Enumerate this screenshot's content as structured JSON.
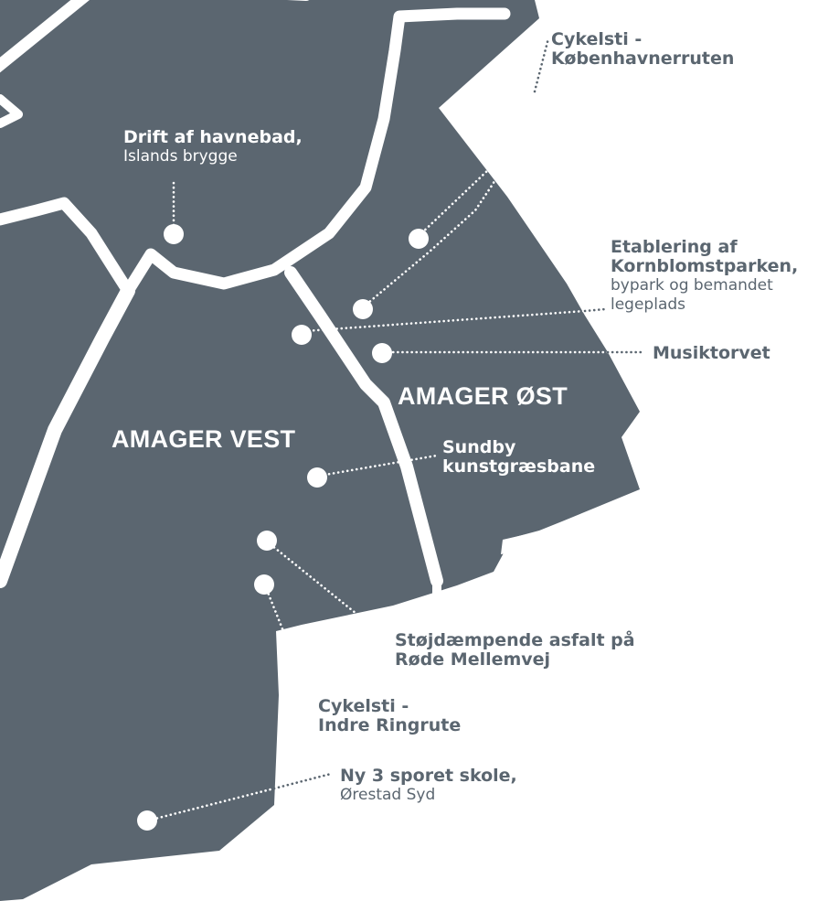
{
  "colors": {
    "land": "#5b6670",
    "roads": "#ffffff",
    "label_on_land": "#ffffff",
    "label_on_background": "#5b6670"
  },
  "districts": [
    {
      "id": "amager-vest",
      "label": "AMAGER VEST"
    },
    {
      "id": "amager-ost",
      "label": "AMAGER ØST"
    }
  ],
  "projects": [
    {
      "id": "havnebad",
      "title": "Drift af havnebad,",
      "subtitle": "Islands brygge"
    },
    {
      "id": "cykelsti-kbh",
      "title_lines": [
        "Cykelsti -",
        "Københavnerruten"
      ]
    },
    {
      "id": "frankrigsgade",
      "title_lines": [
        "Frankrigsgade",
        "svømmehal"
      ]
    },
    {
      "id": "kornblomst",
      "title_lines": [
        "Etablering af",
        "Kornblomstparken,"
      ],
      "subtitle_lines": [
        "bypark og bemandet",
        "legeplads"
      ]
    },
    {
      "id": "musiktorvet",
      "title": "Musiktorvet"
    },
    {
      "id": "sundby",
      "title_lines": [
        "Sundby",
        "kunstgræsbane"
      ]
    },
    {
      "id": "stojdaempende",
      "title_lines": [
        "Støjdæmpende asfalt på",
        "Røde Mellemvej"
      ]
    },
    {
      "id": "cykelsti-indre",
      "title_lines": [
        "Cykelsti -",
        "Indre Ringrute"
      ]
    },
    {
      "id": "skole",
      "title": "Ny 3 sporet skole,",
      "subtitle": "Ørestad Syd"
    }
  ]
}
